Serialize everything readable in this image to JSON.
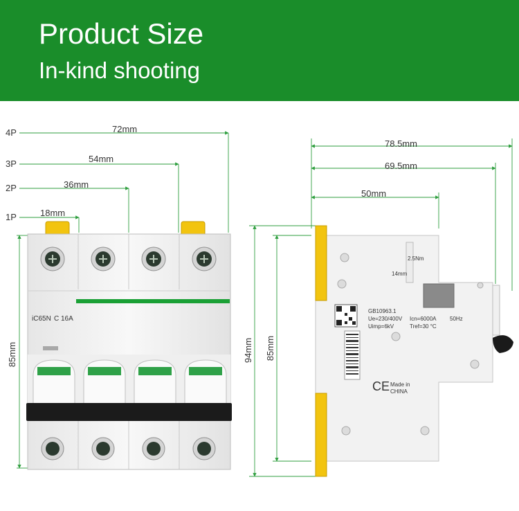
{
  "banner": {
    "title": "Product Size",
    "subtitle": "In-kind shooting",
    "background_color": "#1a8d2a"
  },
  "front_view": {
    "pole_labels": [
      "4P",
      "3P",
      "2P",
      "1P"
    ],
    "width_labels": [
      "72mm",
      "54mm",
      "36mm",
      "18mm"
    ],
    "height_label": "85mm",
    "model_text": "iC65N",
    "rating_text": "C 16A",
    "accent_color": "#1aa035",
    "dimension_line_color": "#2e9e3e"
  },
  "side_view": {
    "width_labels": [
      "78.5mm",
      "69.5mm",
      "50mm"
    ],
    "height_labels": [
      "94mm",
      "85mm"
    ],
    "torque_text": "2.5Nm",
    "strip_text": "14mm",
    "label_lines": [
      "GB10963.1",
      "Ue=230/400V",
      "Icn=6000A",
      "Uimp=6kV",
      "Tref=30 °C",
      "50Hz"
    ],
    "made_in_lines": [
      "Made in",
      "CHINA"
    ],
    "ce_mark": "CE",
    "lock_color": "#f2c40f"
  }
}
